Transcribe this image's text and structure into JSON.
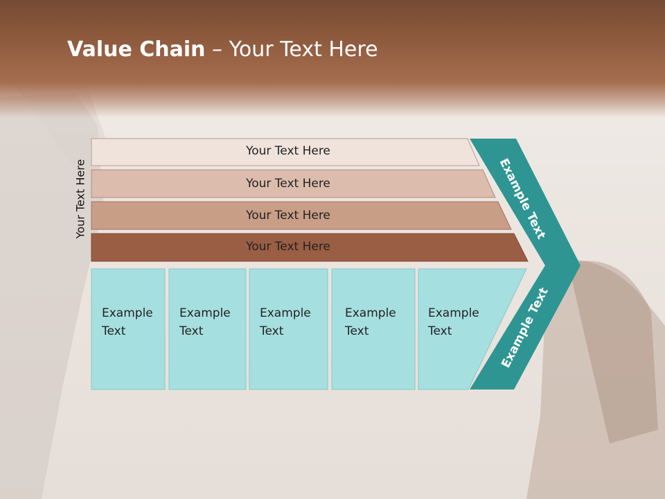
{
  "title": {
    "bold": "Value Chain",
    "rest": " – Your Text Here"
  },
  "side_label": "Your Text Here",
  "bars": [
    {
      "label": "Your Text Here",
      "color": "#efe3dc"
    },
    {
      "label": "Your Text Here",
      "color": "#dcbcad"
    },
    {
      "label": "Your Text Here",
      "color": "#c99e86"
    },
    {
      "label": "Your Text Here",
      "color": "#9a5e44"
    }
  ],
  "columns": [
    {
      "line1": "Example",
      "line2": "Text"
    },
    {
      "line1": "Example",
      "line2": "Text"
    },
    {
      "line1": "Example",
      "line2": "Text"
    },
    {
      "line1": "Example",
      "line2": "Text"
    },
    {
      "line1": "Example",
      "line2": "Text"
    }
  ],
  "chevron_top_label": "Example Text",
  "chevron_bottom_label": "Example Text",
  "colors": {
    "banner": "#8f5b3f",
    "teal": "#2e9593",
    "column_fill": "#a6dfe0",
    "column_stroke": "#86c8c9"
  }
}
